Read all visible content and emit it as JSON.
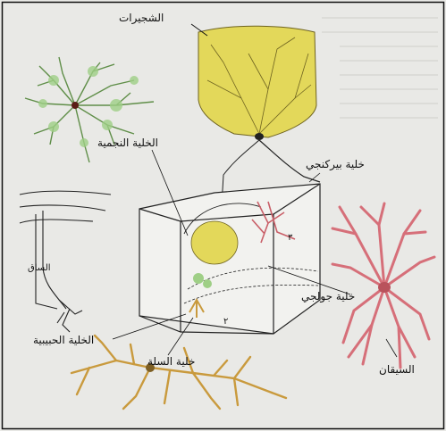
{
  "figure": {
    "labels": {
      "dendrites": "الشجيرات",
      "stellate_cell": "الخلية النجمية",
      "purkinje_cell": "خلية بيركنجي",
      "axon_small": "الساق",
      "golgi_cell": "خلية جولجي",
      "granule_cell": "الخلية الحبيبية",
      "basket_cell": "خلية السلة",
      "axon": "السيقان"
    },
    "marks": {
      "numeral_left": "۲",
      "numeral_right": "۳"
    }
  },
  "colors": {
    "background": "#e9e9e6",
    "purkinje_yellow": "#e3d85a",
    "stellate_green": "#9fcf86",
    "golgi_pink": "#e3828b",
    "basket_orange": "#c99a3d",
    "outline": "#111111"
  }
}
